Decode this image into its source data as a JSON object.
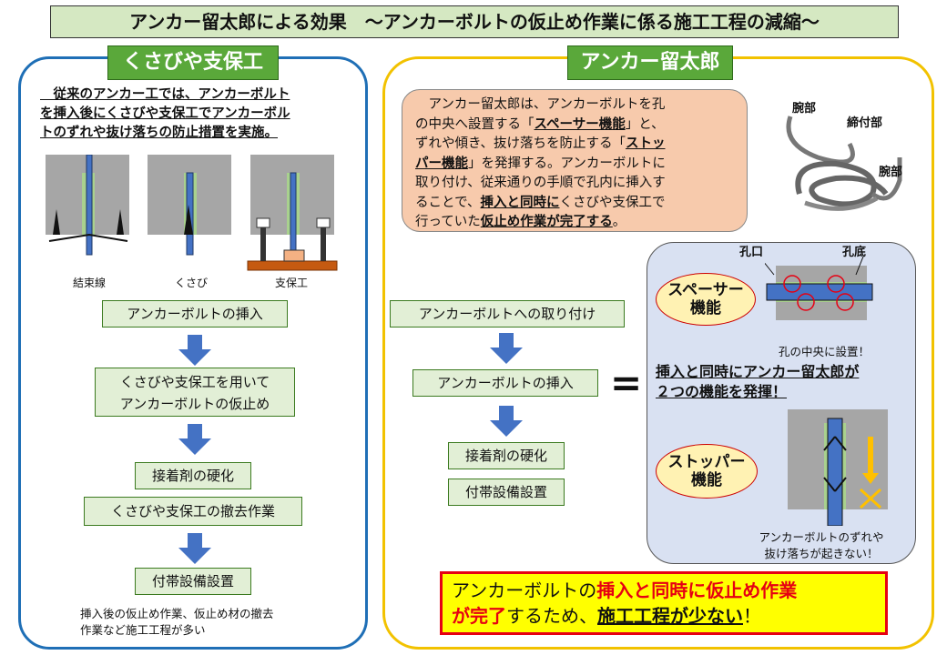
{
  "title": "アンカー留太郎による効果　～アンカーボルトの仮止め作業に係る施工工程の減縮～",
  "left": {
    "tab": "くさびや支保工",
    "lead_lines": [
      "　従来のアンカー工では、アンカーボルト",
      "を挿入後にくさびや支保工でアンカーボル",
      "トのずれや抜け落ちの防止措置を実施。"
    ],
    "captions": [
      "結束線",
      "くさび",
      "支保工"
    ],
    "steps": [
      "アンカーボルトの挿入",
      "くさびや支保工を用いて",
      "アンカーボルトの仮止め",
      "接着剤の硬化",
      "くさびや支保工の撤去作業",
      "付帯設備設置"
    ],
    "note_lines": [
      "挿入後の仮止め作業、仮止め材の撤去",
      "作業など施工工程が多い"
    ]
  },
  "right": {
    "tab": "アンカー留太郎",
    "explain": {
      "l1": "　アンカー留太郎は、アンカーボルトを孔",
      "l2a": "の中央へ設置する「",
      "l2b": "スペーサー機能",
      "l2c": "」と、",
      "l3a": "ずれや傾き、抜け落ちを防止する「",
      "l3b": "ストッ",
      "l4a": "パー機能",
      "l4b": "」を発揮する。アンカーボルトに",
      "l5": "取り付け、従来通りの手順で孔内に挿入す",
      "l6a": "ることで、",
      "l6b": "挿入と同時に",
      "l6c": "くさびや支保工で",
      "l7a": "行っていた",
      "l7b": "仮止め作業が完了する",
      "l7c": "。"
    },
    "part_labels": [
      "腕部",
      "締付部",
      "腕部"
    ],
    "steps": [
      "アンカーボルトへの取り付け",
      "アンカーボルトの挿入",
      "接着剤の硬化",
      "付帯設備設置"
    ],
    "equals": "=",
    "hole_labels": [
      "孔口",
      "孔底"
    ],
    "spacer": "スペーサー機能",
    "spacer_lines": [
      "スペーサー",
      "機能"
    ],
    "center_caption": "孔の中央に設置！",
    "simul_lines": [
      "挿入と同時にアンカー留太郎が",
      "２つの機能を発揮！"
    ],
    "stopper_lines": [
      "ストッパー",
      "機能"
    ],
    "stopper_caption_lines": [
      "アンカーボルトのずれや",
      "抜け落ちが起きない！"
    ]
  },
  "conclusion": {
    "a": "アンカーボルトの",
    "b": "挿入と同時に仮止め作業",
    "c": "が完了",
    "d": "するため、",
    "e": "施工工程が少ない",
    "f": "！"
  },
  "colors": {
    "accent_green": "#5aa83a",
    "left_border": "#1f6fb6",
    "right_border": "#f2c200",
    "arrow": "#4472c4",
    "red": "#e60012"
  }
}
